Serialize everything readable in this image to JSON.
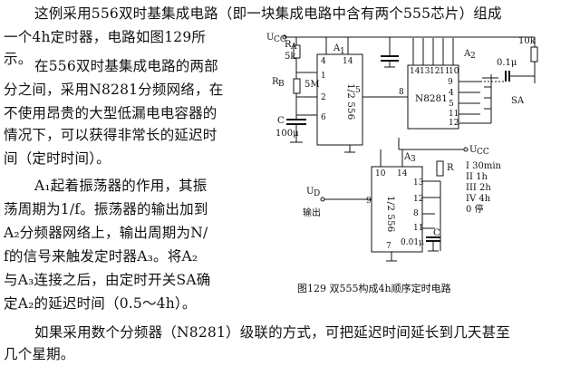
{
  "paragraphs": [
    "这例采用556双时基集成电路（即一块集成电路中含有两个555芯片）组成",
    "一个4h定时器，电路如图129所",
    "示。",
    "在556双时基集成电路的两部",
    "分之间，采用N8281分频网络，在",
    "不使用昂贵的大型低漏电电容器的",
    "情况下，可以获得非常长的延迟时",
    "间（定时时间）。",
    "A₁起着振荡器的作用，其振",
    "荡周期为1/f。振荡器的输出加到",
    "A₂分频器网络上，输出周期为N/",
    "f的信号来触发定时器A₃。将A₂",
    "与A₃连接之后，由定时开关SA确",
    "定A₂的延迟时间（0.5～4h）。",
    "如果采用数个分频器（N8281）级联的方式，可把延迟时间延长到几天甚至",
    "几个星期。"
  ],
  "figure": {
    "caption": "图129   双555构成4h顺序定时电路",
    "vcc_label": "U",
    "vcc_sub": "CC",
    "ud_label": "U",
    "ud_sub": "D",
    "ud_text": "输出",
    "ra_label": "R",
    "ra_sub": "A",
    "ra_value": "5k",
    "rb_label": "R",
    "rb_sub": "B",
    "rb_value": "5M",
    "c_label": "C",
    "c_value": "100μ",
    "a1_label": "A",
    "a1_sub": "1",
    "a1_chip": "1/2 556",
    "a2_label": "A",
    "a2_sub": "2",
    "a2_chip": "N8281",
    "a3_label": "A",
    "a3_sub": "3",
    "a3_chip": "1/2 556",
    "r_label": "R",
    "c3_label": "C",
    "c3_value": "0.01μ",
    "r10k": "10k",
    "c01": "0.1μ",
    "sa_label": "SA",
    "switch_options": [
      "I  30min",
      "II  1h",
      "III  2h",
      "IV  4h",
      "0  停"
    ],
    "pins_a1": {
      "p4": "4",
      "p14": "14",
      "p1": "1",
      "p2": "2",
      "p6": "6",
      "p5": "5"
    },
    "pins_a2": {
      "p14": "14",
      "p13": "13",
      "p12": "12",
      "p11": "11",
      "p10": "10",
      "p9": "9",
      "p8": "8",
      "p4": "4",
      "p5": "5",
      "p11b": "11",
      "p12b": "12"
    },
    "pins_a3": {
      "p10": "10",
      "p14": "14",
      "p9": "9",
      "p7": "7",
      "p13": "13",
      "p12": "12",
      "p8": "8",
      "p11": "11"
    }
  }
}
